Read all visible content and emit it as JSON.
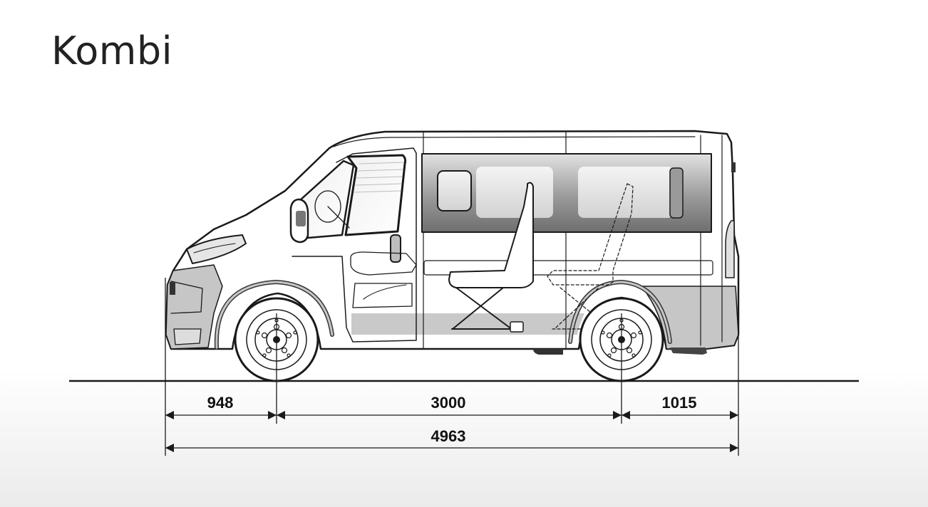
{
  "title": "Kombi",
  "dimensions": {
    "front_overhang": "948",
    "wheelbase": "3000",
    "rear_overhang": "1015",
    "overall_length": "4963"
  },
  "colors": {
    "line": "#1a1a1a",
    "window_dark": "#7e7e7e",
    "window_light": "#d8d8d8",
    "body_grey": "#cfcfcf",
    "background_bottom": "#ebebeb"
  }
}
